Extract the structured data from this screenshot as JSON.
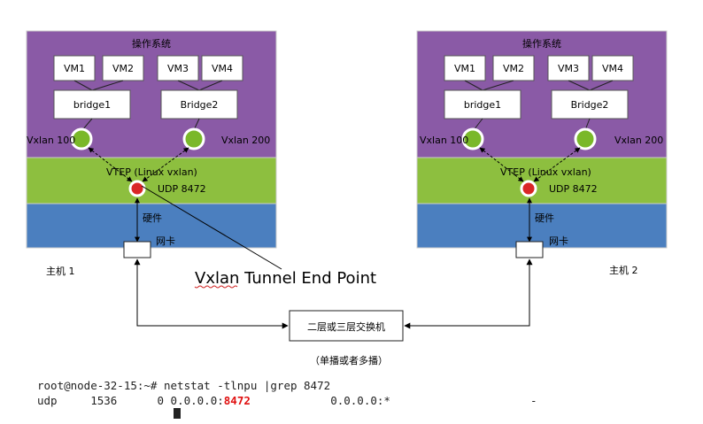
{
  "hosts": [
    {
      "os_label": "操作系统",
      "vms": [
        "VM1",
        "VM2",
        "VM3",
        "VM4"
      ],
      "bridges": [
        "bridge1",
        "Bridge2"
      ],
      "vxlans": [
        "Vxlan 100",
        "Vxlan 200"
      ],
      "vtep_label": "VTEP (Linux vxlan)",
      "udp_label": "UDP 8472",
      "hw_label": "硬件",
      "nic_label": "网卡",
      "host_label": "主机 1"
    },
    {
      "os_label": "操作系统",
      "vms": [
        "VM1",
        "VM2",
        "VM3",
        "VM4"
      ],
      "bridges": [
        "bridge1",
        "Bridge2"
      ],
      "vxlans": [
        "Vxlan 100",
        "Vxlan 200"
      ],
      "vtep_label": "VTEP (Linux vxlan)",
      "udp_label": "UDP 8472",
      "hw_label": "硬件",
      "nic_label": "网卡",
      "host_label": "主机 2"
    }
  ],
  "annotation": "Vxlan Tunnel End Point",
  "switch_label": "二层或三层交换机",
  "cast_label": "（单播或者多播）",
  "colors": {
    "os_layer": "#8a5aa6",
    "vtep_layer": "#8dbf3f",
    "hw_layer": "#4b7fbf",
    "vxlan_dot": "#7ab829",
    "udp_dot": "#d92626"
  },
  "terminal": {
    "prompt_line": "root@node-32-15:~# netstat -tlnpu |grep 8472",
    "proto": "udp",
    "recv_q": "1536",
    "send_q": "0",
    "local_prefix": "0.0.0.0:",
    "local_port": "8472",
    "foreign": "0.0.0.0:*",
    "tail": "-"
  }
}
